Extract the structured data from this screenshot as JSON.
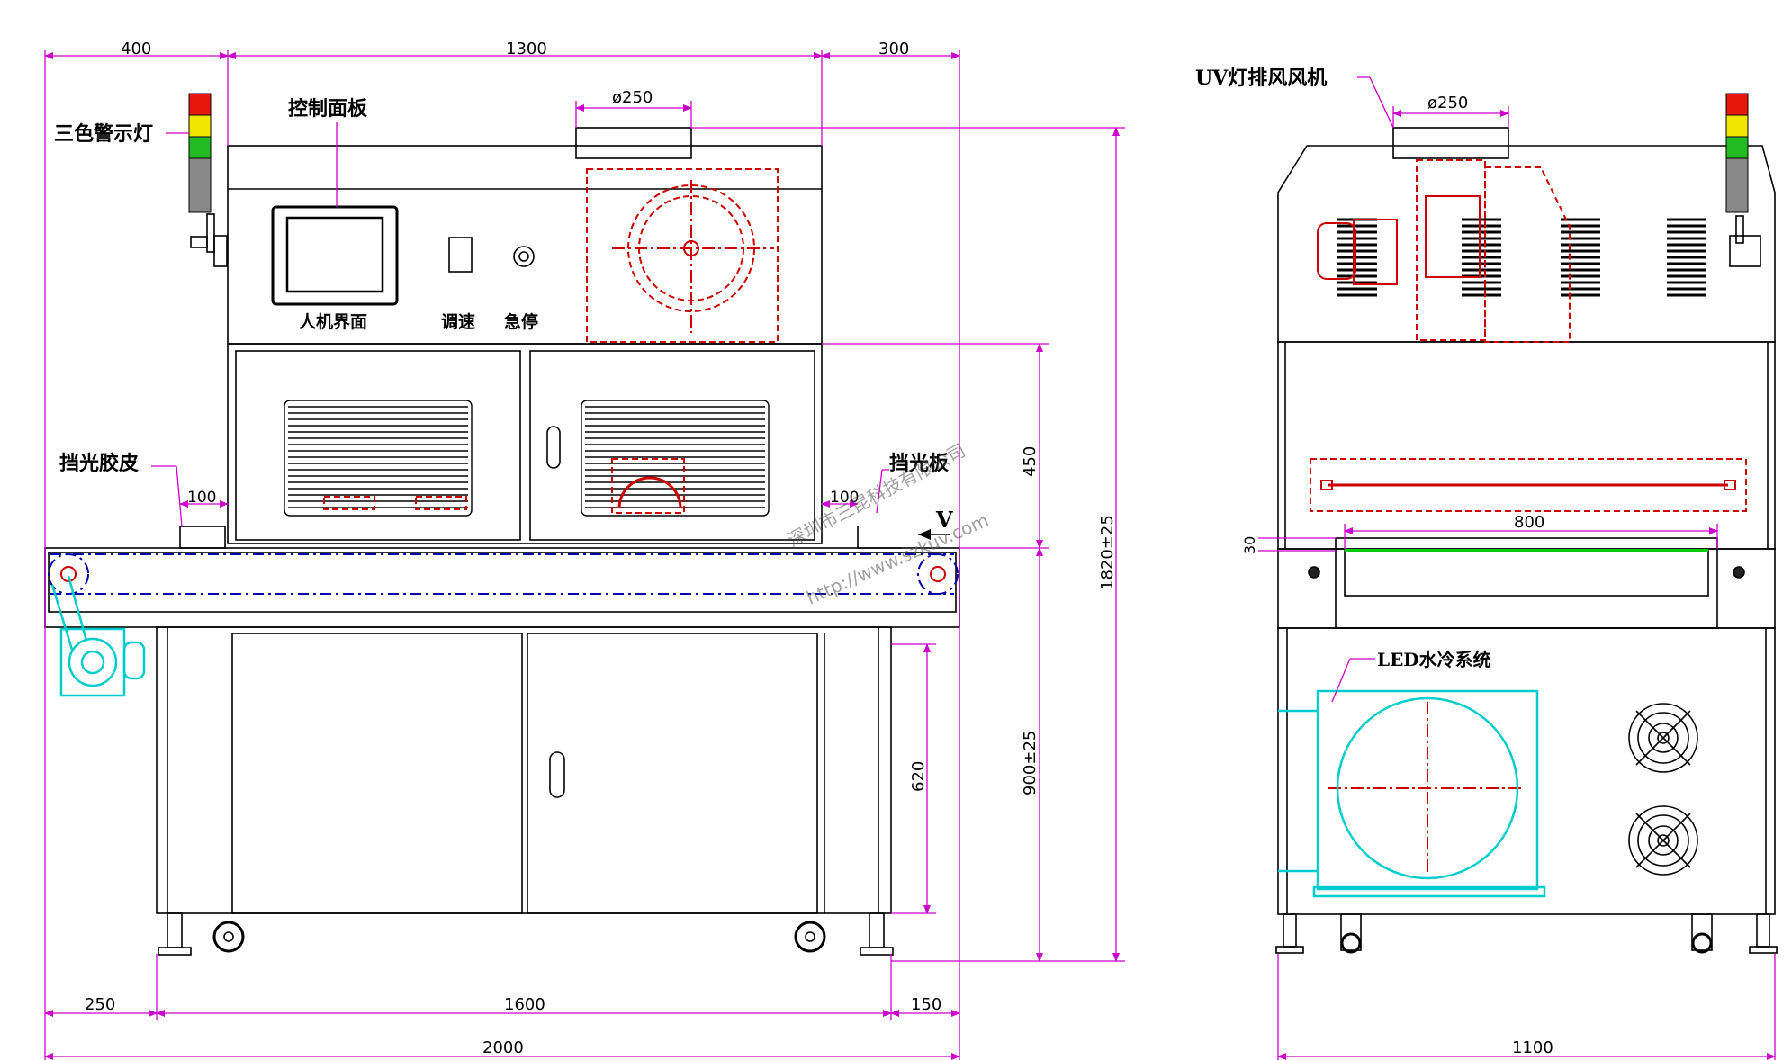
{
  "labels": {
    "warning_light": "三色警示灯",
    "control_panel": "控制面板",
    "hmi": "人机界面",
    "speed": "调速",
    "estop": "急停",
    "light_rubber": "挡光胶皮",
    "light_plate": "挡光板",
    "uv_fan": "UV灯排风风机",
    "led_cooling": "LED水冷系统",
    "velocity": "V"
  },
  "watermark": {
    "company": "深圳市三昆科技有限公司",
    "url": "http://www.szkuv.com"
  },
  "dimensions": {
    "top_left": "400",
    "top_mid": "1300",
    "top_right": "300",
    "duct_front": "ø250",
    "duct_side": "ø250",
    "curtain_gap_left": "100",
    "curtain_gap_right": "100",
    "upper_height": "450",
    "total_height": "1820±25",
    "conveyor_height": "900±25",
    "cabinet_height": "620",
    "bottom_left": "250",
    "bottom_mid": "1600",
    "bottom_right": "150",
    "overall_length": "2000",
    "belt_width": "800",
    "gap_30": "30",
    "side_width": "1100"
  },
  "colors": {
    "line": "#000000",
    "dimension": "#cc00cc",
    "hidden": "#cc0000",
    "cooling": "#00cccc",
    "belt": "#0000aa",
    "green_bar": "#00cc00",
    "light_red": "#e8180c",
    "light_yellow": "#f2e600",
    "light_green": "#22bb22",
    "light_gray": "#888888"
  }
}
